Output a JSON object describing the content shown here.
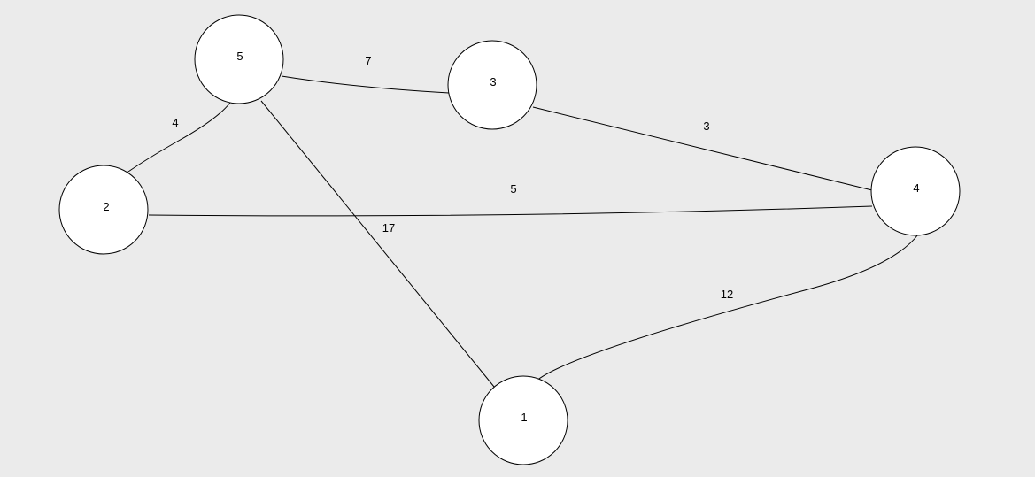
{
  "colors": {
    "background": "#ebebeb",
    "node_fill": "#ffffff",
    "stroke": "#000000"
  },
  "graph": {
    "nodes": [
      {
        "id": "n5",
        "label": "5"
      },
      {
        "id": "n3",
        "label": "3"
      },
      {
        "id": "n2",
        "label": "2"
      },
      {
        "id": "n4",
        "label": "4"
      },
      {
        "id": "n1",
        "label": "1"
      }
    ],
    "edges": [
      {
        "id": "e5-3",
        "from": "5",
        "to": "3",
        "weight": "7"
      },
      {
        "id": "e5-2",
        "from": "5",
        "to": "2",
        "weight": "4"
      },
      {
        "id": "e5-1",
        "from": "5",
        "to": "1",
        "weight": "17"
      },
      {
        "id": "e3-4",
        "from": "3",
        "to": "4",
        "weight": "3"
      },
      {
        "id": "e2-4",
        "from": "2",
        "to": "4",
        "weight": "5"
      },
      {
        "id": "e4-1",
        "from": "4",
        "to": "1",
        "weight": "12"
      }
    ]
  }
}
